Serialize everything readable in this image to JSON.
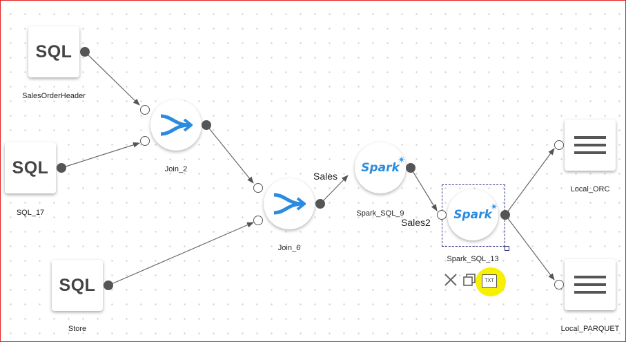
{
  "nodes": {
    "sales_order_header": {
      "label": "SalesOrderHeader",
      "icon_text": "SQL"
    },
    "sql_17": {
      "label": "SQL_17",
      "icon_text": "SQL"
    },
    "store": {
      "label": "Store",
      "icon_text": "SQL"
    },
    "join_2": {
      "label": "Join_2",
      "icon": "join-icon"
    },
    "join_6": {
      "label": "Join_6",
      "icon": "join-icon"
    },
    "spark_sql_9": {
      "label": "Spark_SQL_9",
      "icon_text": "Spark"
    },
    "spark_sql_13": {
      "label": "Spark_SQL_13",
      "icon_text": "Spark"
    },
    "local_orc": {
      "label": "Local_ORC",
      "icon": "menu-lines-icon"
    },
    "local_parquet": {
      "label": "Local_PARQUET",
      "icon": "menu-lines-icon"
    }
  },
  "edge_labels": {
    "sales": "Sales",
    "sales2": "Sales2"
  },
  "toolbar": {
    "delete_icon": "close-icon",
    "copy_icon": "copy-icon",
    "txt_icon": "txt-file-icon",
    "txt_text": "TXT"
  },
  "colors": {
    "frame": "#e02020",
    "join_blue": "#2a8be0",
    "spark_blue": "#2a8be0",
    "highlight": "#f7f000",
    "selection": "#2b2b7a"
  }
}
